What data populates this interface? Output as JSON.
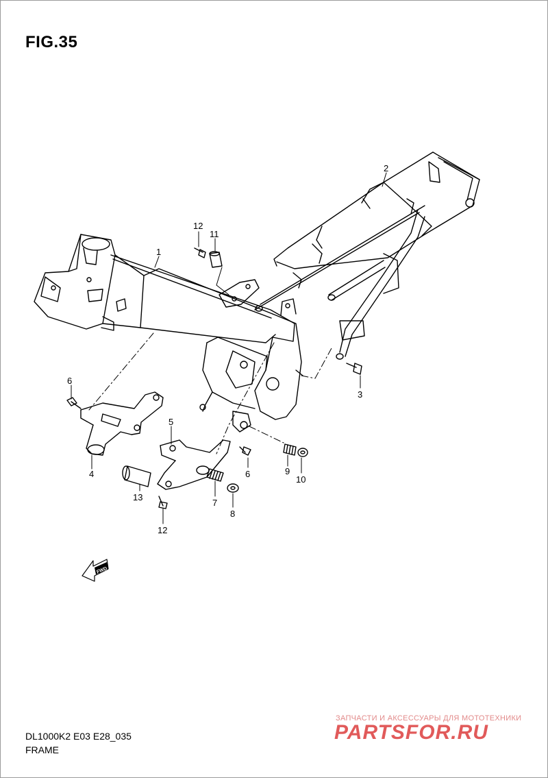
{
  "figure": {
    "title": "FIG.35",
    "model_code": "DL1000K2 E03 E28_035",
    "section_name": "FRAME"
  },
  "callouts": [
    {
      "ref": "1",
      "label": "1"
    },
    {
      "ref": "2",
      "label": "2"
    },
    {
      "ref": "3",
      "label": "3"
    },
    {
      "ref": "4",
      "label": "4"
    },
    {
      "ref": "5",
      "label": "5"
    },
    {
      "ref": "6a",
      "label": "6"
    },
    {
      "ref": "6b",
      "label": "6"
    },
    {
      "ref": "7",
      "label": "7"
    },
    {
      "ref": "8",
      "label": "8"
    },
    {
      "ref": "9",
      "label": "9"
    },
    {
      "ref": "10",
      "label": "10"
    },
    {
      "ref": "11",
      "label": "11"
    },
    {
      "ref": "12a",
      "label": "12"
    },
    {
      "ref": "12b",
      "label": "12"
    },
    {
      "ref": "13",
      "label": "13"
    }
  ],
  "direction_marker": {
    "label": "FWD",
    "icon": "fwd-arrow-icon"
  },
  "watermark": {
    "tagline": "ЗАПЧАСТИ И АКСЕССУАРЫ ДЛЯ МОТОТЕХНИКИ",
    "logo_text": "PARTSFOR.RU",
    "color": "#e15a5a"
  }
}
